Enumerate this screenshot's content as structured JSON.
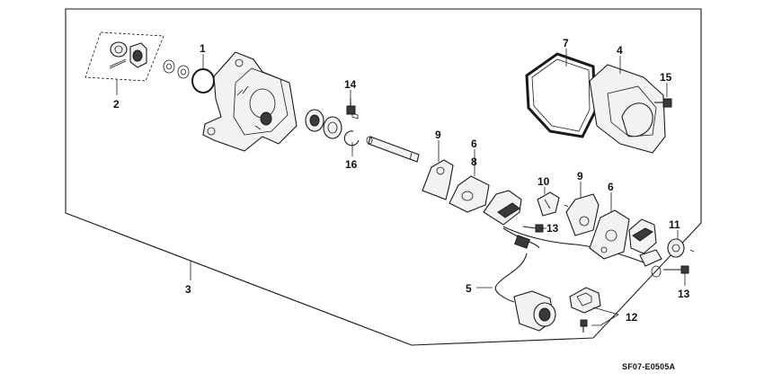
{
  "callouts": {
    "c1": "1",
    "c2": "2",
    "c3": "3",
    "c4": "4",
    "c5": "5",
    "c6a": "6",
    "c6b": "6",
    "c7": "7",
    "c8": "8",
    "c9a": "9",
    "c9b": "9",
    "c10": "10",
    "c11": "11",
    "c12": "12",
    "c13a": "13",
    "c13b": "13",
    "c14": "14",
    "c15": "15",
    "c16": "16"
  },
  "diagram_code": "SF07-E0505A"
}
